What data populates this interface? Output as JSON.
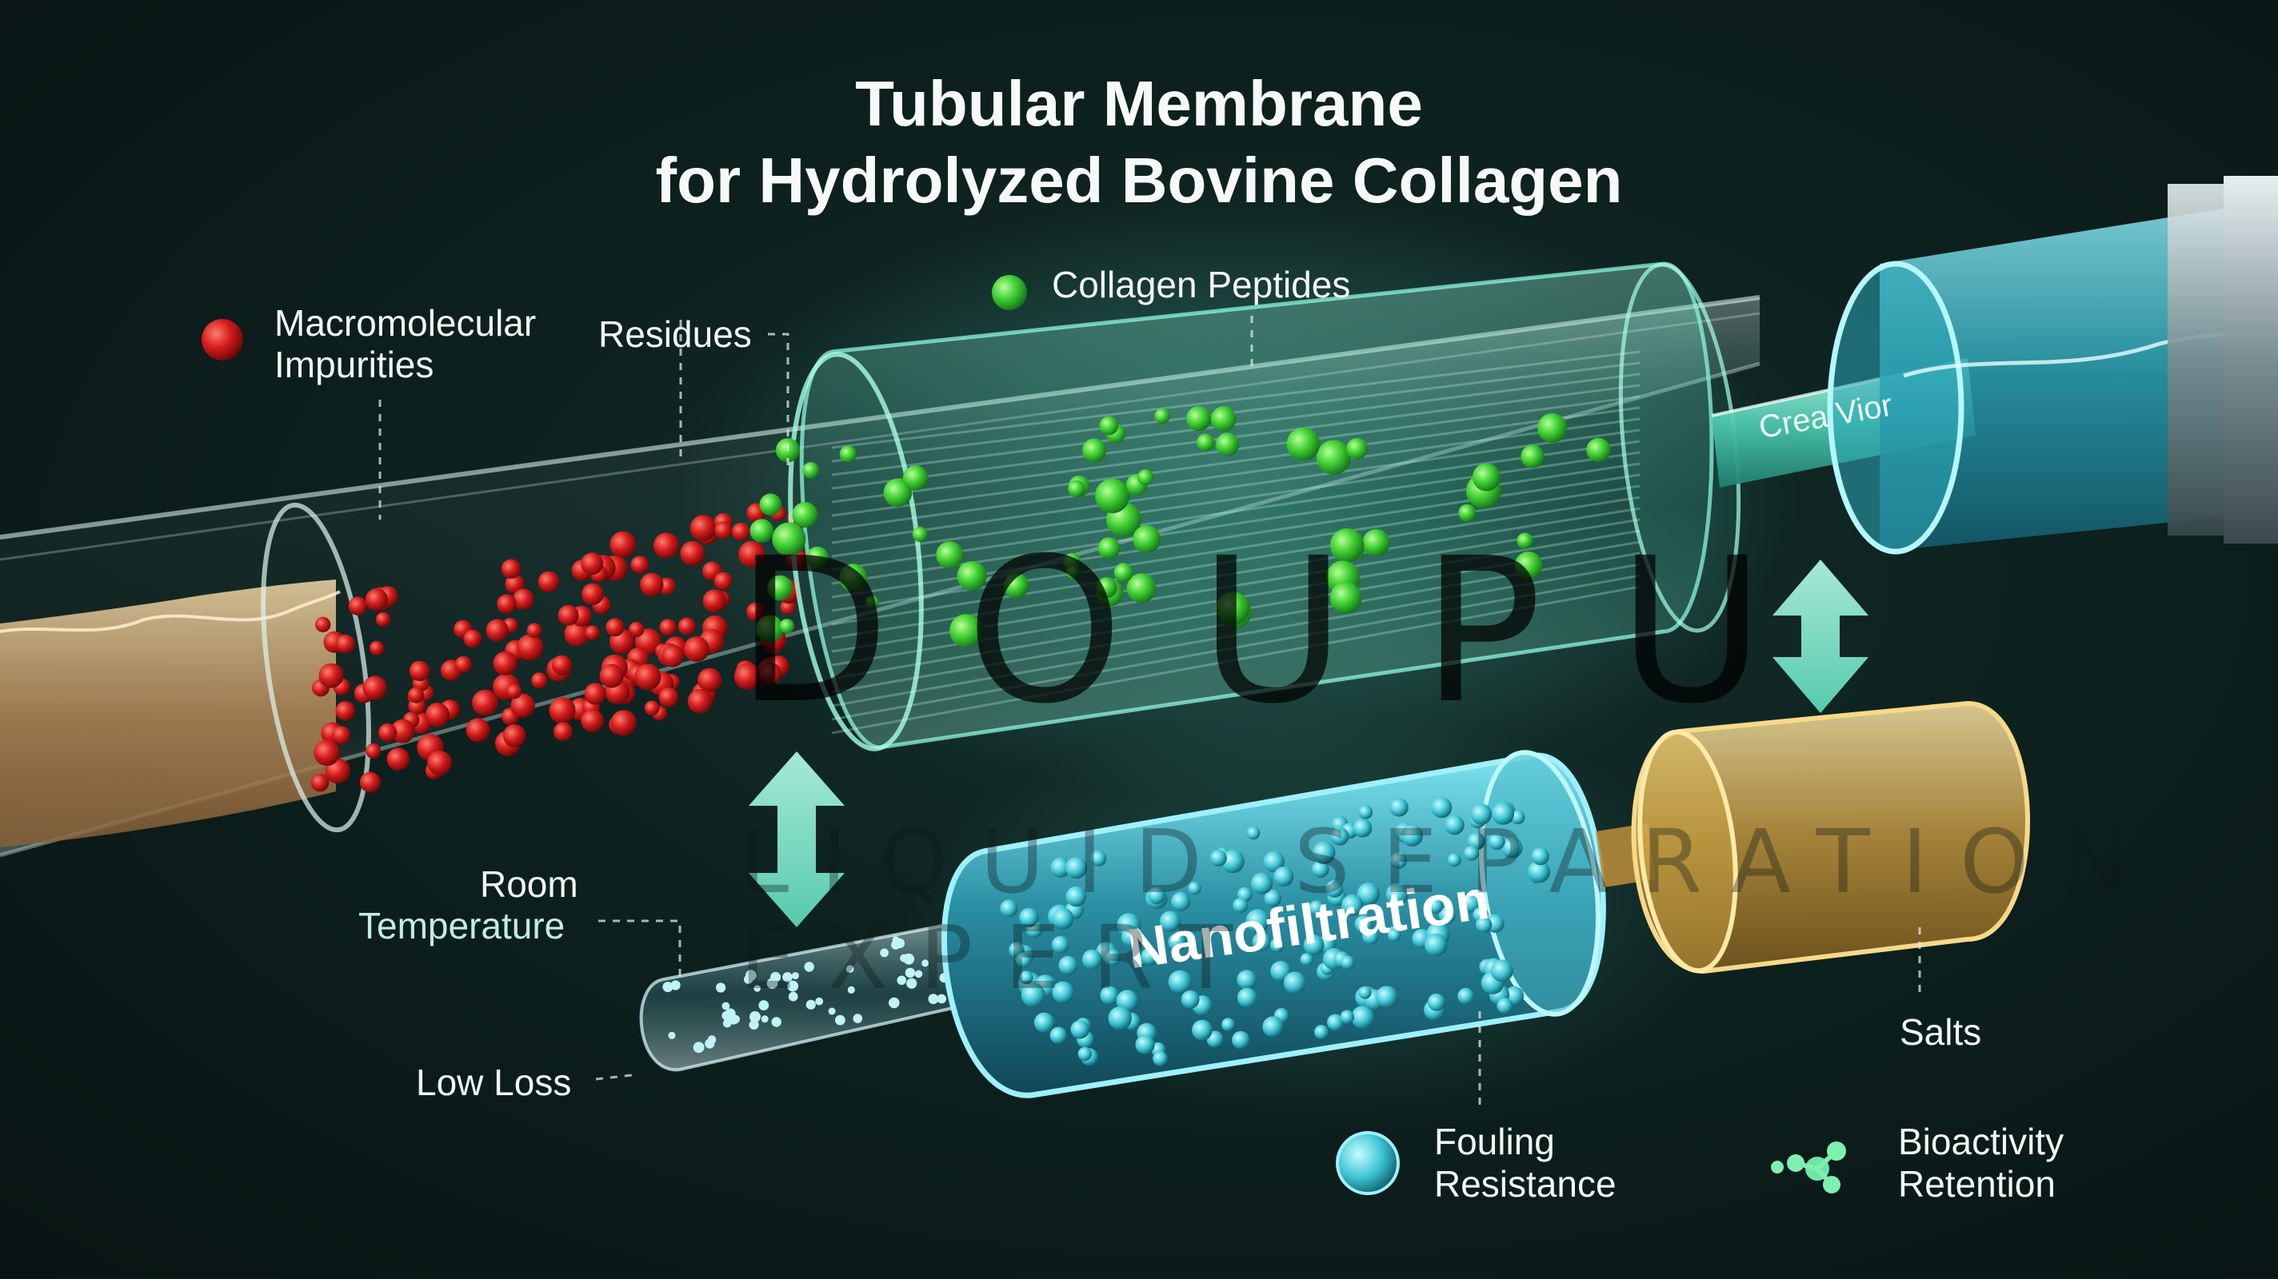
{
  "title": {
    "line1": "Tubular Membrane",
    "line2": "for Hydrolyzed Bovine Collagen"
  },
  "labels": {
    "macromolecular_line1": "Macromolecular",
    "macromolecular_line2": "Impurities",
    "residues": "Residues",
    "collagen_peptides": "Collagen Peptides",
    "outlet_tube": "Crea Vior",
    "room": "Room",
    "temperature": "Temperature",
    "low_loss": "Low Loss",
    "nanofiltration": "Nanofiltration",
    "salts": "Salts",
    "fouling_line1": "Fouling",
    "fouling_line2": "Resistance",
    "bioactivity_line1": "Bioactivity",
    "bioactivity_line2": "Retention"
  },
  "watermark": {
    "brand": "DOUPU",
    "tagline": "LIQUID SEPARATION EXPERT"
  },
  "colors": {
    "background": "#0d211f",
    "impurity_red": "#d81f1f",
    "peptide_green": "#3ecf3a",
    "membrane_cyan": "#5fe0c8",
    "nanofiltration_teal": "#2aa7b8",
    "salts_gold": "#e2b84a",
    "arrow_mint": "#7ff0d0"
  },
  "icons": [
    "red-dot-icon",
    "green-dot-icon",
    "teal-sphere-icon",
    "molecule-icon",
    "double-arrow-icon"
  ]
}
